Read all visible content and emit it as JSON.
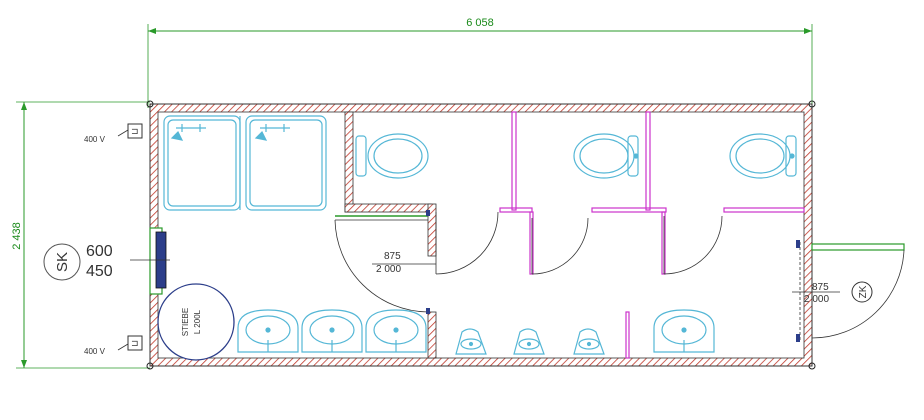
{
  "dimensions": {
    "width": "6 058",
    "height": "2 438"
  },
  "power_outlets": [
    {
      "label": "400 V"
    },
    {
      "label": "400 V"
    }
  ],
  "distribution_box": {
    "code": "SK",
    "values": [
      "600",
      "450"
    ]
  },
  "boiler": {
    "brand": "STIEBE",
    "capacity": "L 200L"
  },
  "doors": {
    "interior": {
      "width": "875",
      "height": "2 000"
    },
    "exterior": {
      "width": "875",
      "height": "2 000",
      "code": "ZK"
    }
  },
  "colors": {
    "dimension_line": "#2a9a2a",
    "wall_hatch": "#c0392b",
    "partition": "#cc33cc",
    "fixture": "#55b7d6",
    "window": "#2a9a2a",
    "boiler": "#2c3e8a"
  }
}
